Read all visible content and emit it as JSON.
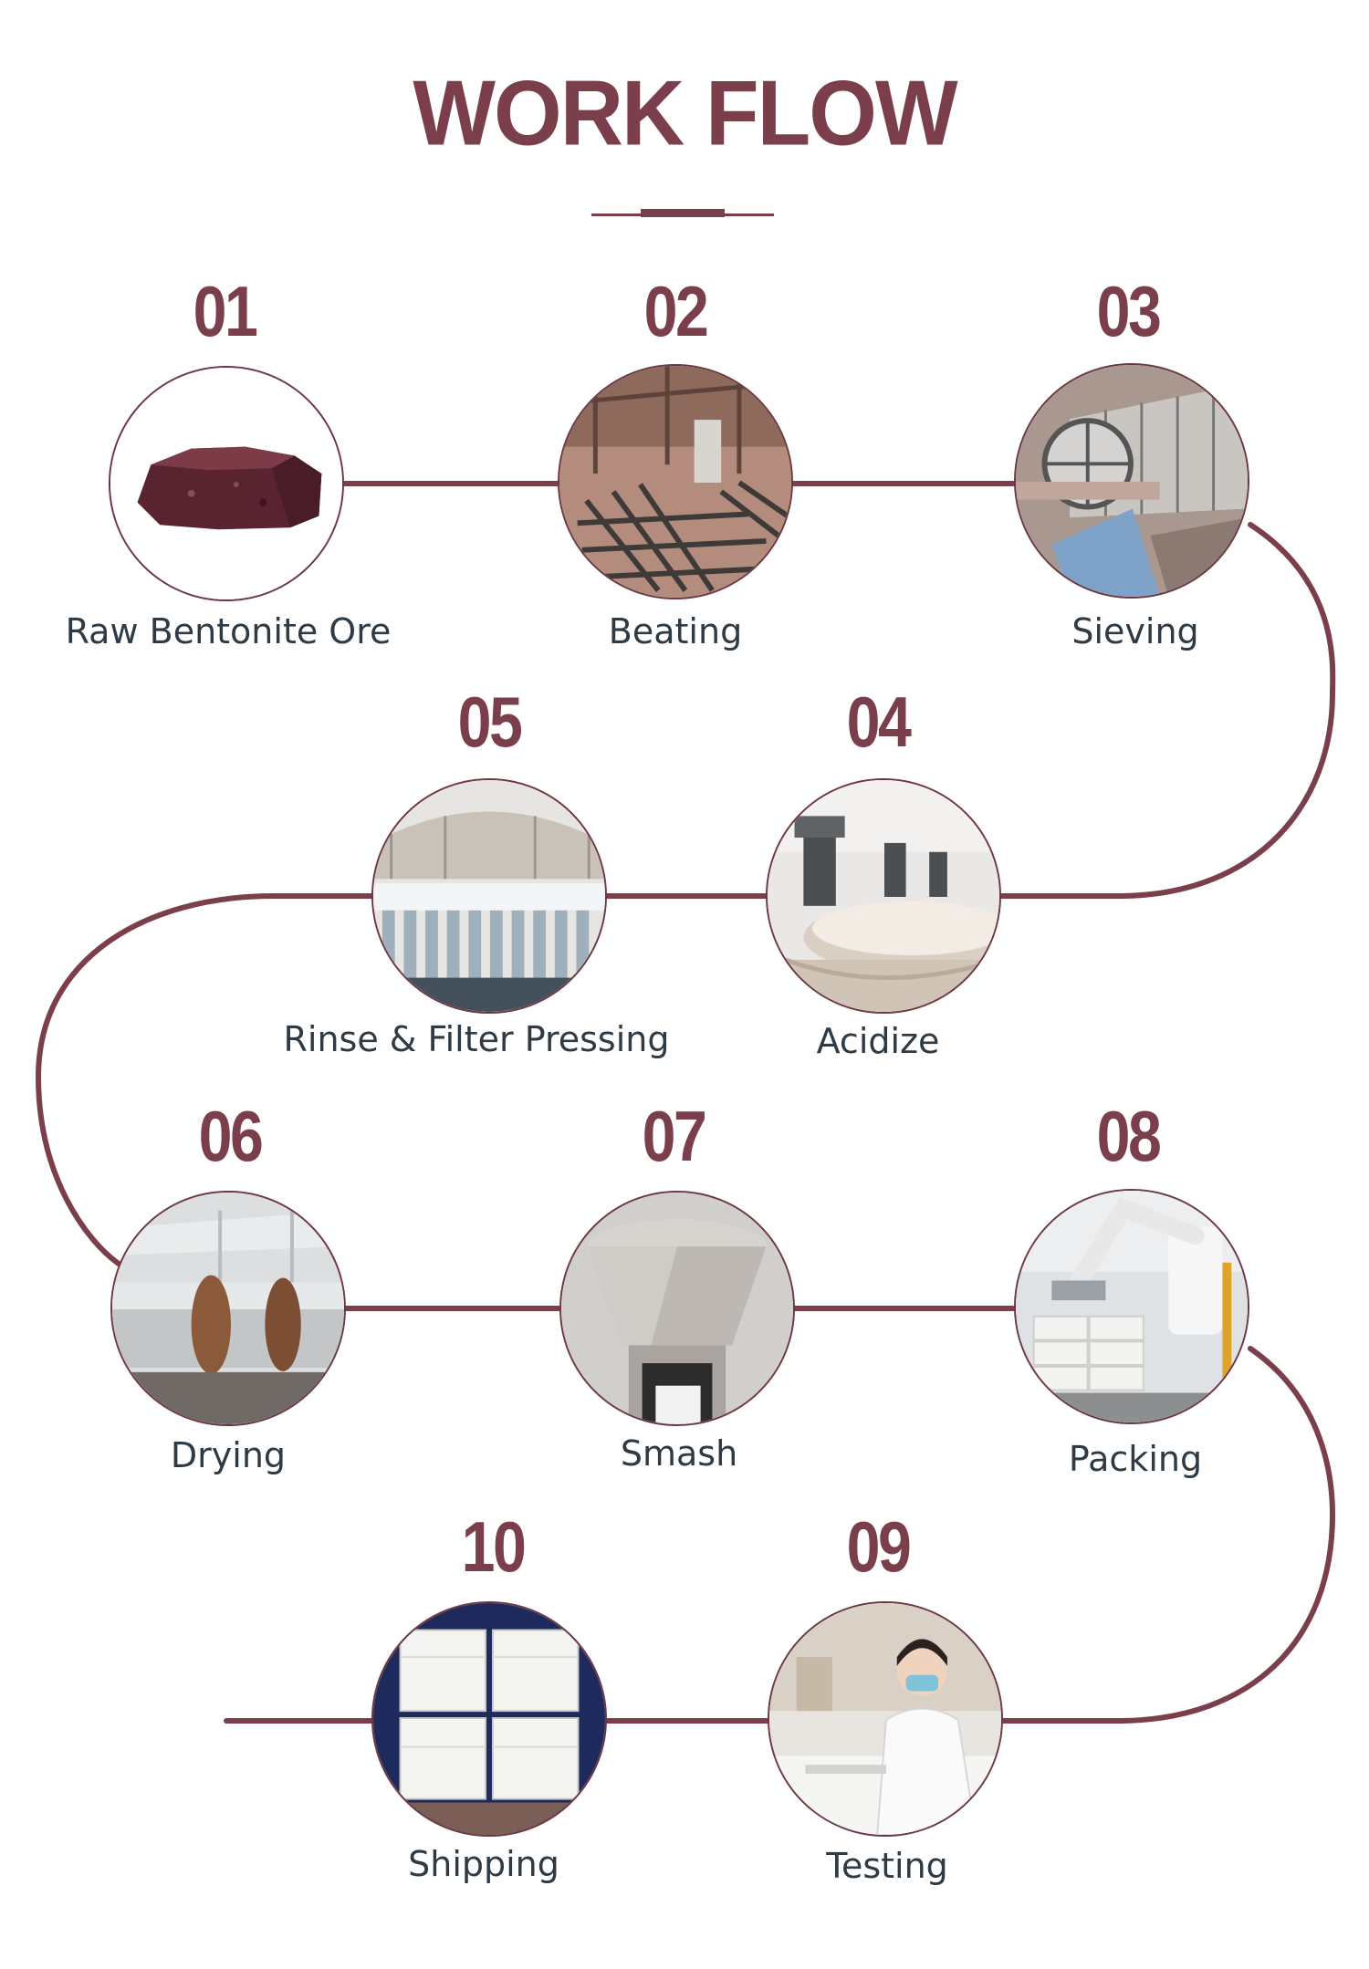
{
  "title": "WORK FLOW",
  "accent_color": "#7a3f4b",
  "steps": [
    {
      "number": "01",
      "label": "Raw Bentonite Ore",
      "icon": "ore-rock-icon"
    },
    {
      "number": "02",
      "label": "Beating",
      "icon": "grating-machine-icon"
    },
    {
      "number": "03",
      "label": "Sieving",
      "icon": "rotary-sieve-icon"
    },
    {
      "number": "04",
      "label": "Acidize",
      "icon": "acid-tank-icon"
    },
    {
      "number": "05",
      "label": "Rinse & Filter Pressing",
      "icon": "filter-press-icon"
    },
    {
      "number": "06",
      "label": "Drying",
      "icon": "rotary-dryer-icon"
    },
    {
      "number": "07",
      "label": "Smash",
      "icon": "grinding-mill-icon"
    },
    {
      "number": "08",
      "label": "Packing",
      "icon": "palletizing-robot-icon"
    },
    {
      "number": "09",
      "label": "Testing",
      "icon": "lab-technician-icon"
    },
    {
      "number": "10",
      "label": "Shipping",
      "icon": "container-bags-icon"
    }
  ]
}
